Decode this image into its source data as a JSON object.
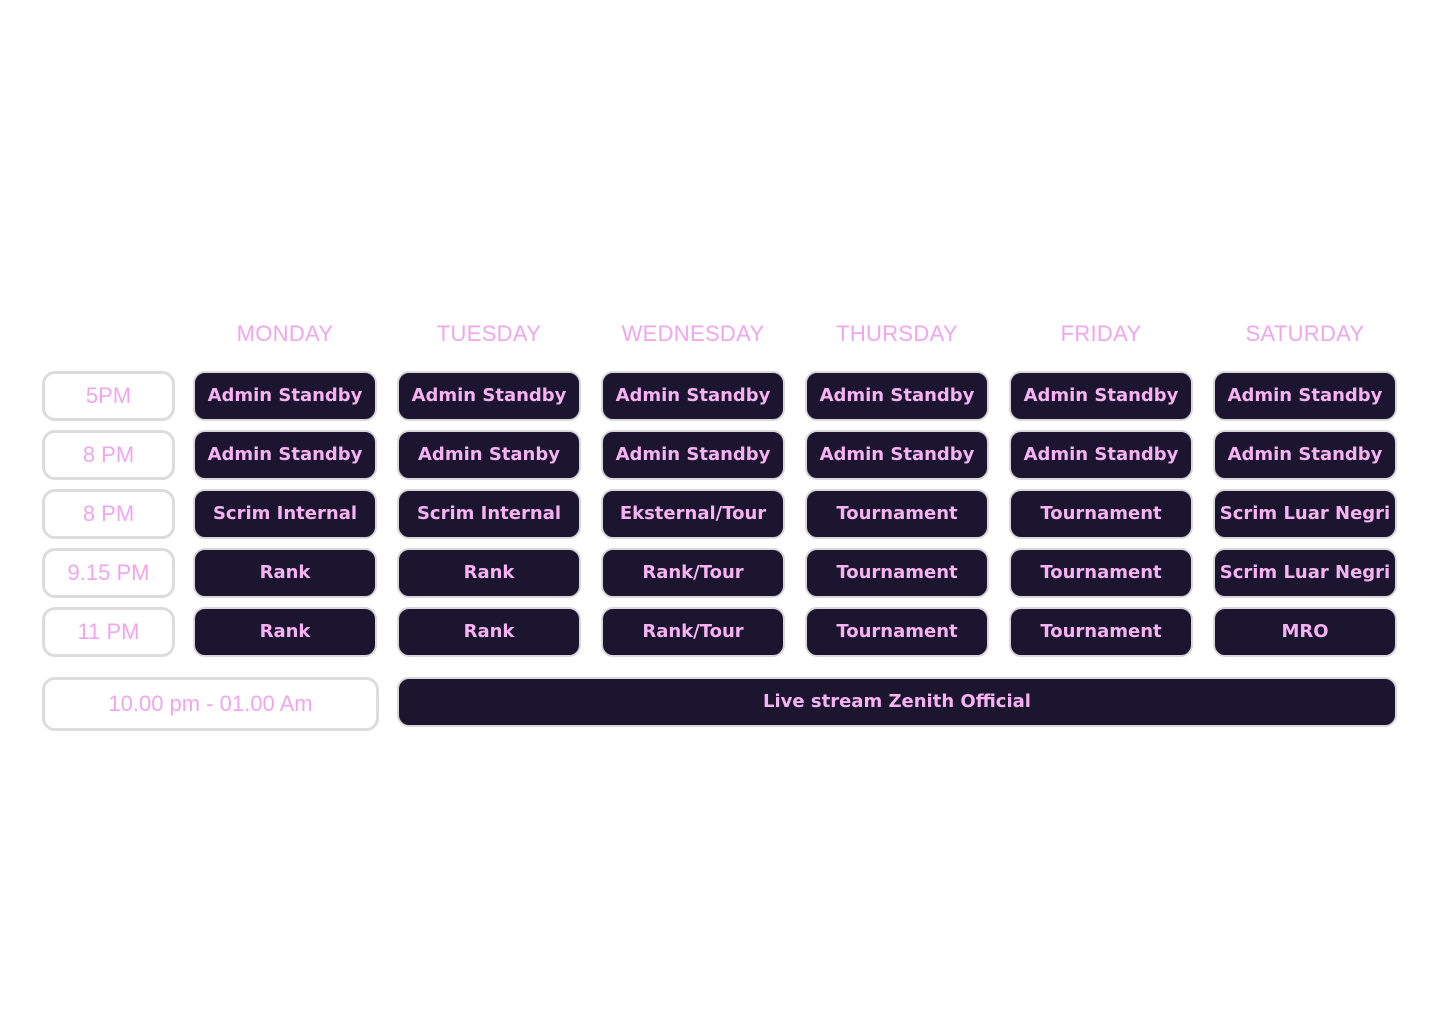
{
  "days": [
    "MONDAY",
    "TUESDAY",
    "WEDNESDAY",
    "THURSDAY",
    "FRIDAY",
    "SATURDAY"
  ],
  "rows": [
    {
      "time": "5PM",
      "slots": [
        "Admin Standby",
        "Admin Standby",
        "Admin Standby",
        "Admin Standby",
        "Admin Standby",
        "Admin Standby"
      ]
    },
    {
      "time": "8 PM",
      "slots": [
        "Admin Standby",
        "Admin Stanby",
        "Admin Standby",
        "Admin Standby",
        "Admin Standby",
        "Admin Standby"
      ]
    },
    {
      "time": "8 PM",
      "slots": [
        "Scrim Internal",
        "Scrim Internal",
        "Eksternal/Tour",
        "Tournament",
        "Tournament",
        "Scrim Luar Negri"
      ]
    },
    {
      "time": "9.15 PM",
      "slots": [
        "Rank",
        "Rank",
        "Rank/Tour",
        "Tournament",
        "Tournament",
        "Scrim Luar Negri"
      ]
    },
    {
      "time": "11 PM",
      "slots": [
        "Rank",
        "Rank",
        "Rank/Tour",
        "Tournament",
        "Tournament",
        "MRO"
      ]
    }
  ],
  "footer": {
    "time_range": "10.00 pm - 01.00 Am",
    "event": "Live stream Zenith Official"
  },
  "colors": {
    "cell_background": "#1b1530",
    "accent_text": "#f0a6ec",
    "cell_border": "#d8d8d8",
    "page_background": "#ffffff"
  }
}
